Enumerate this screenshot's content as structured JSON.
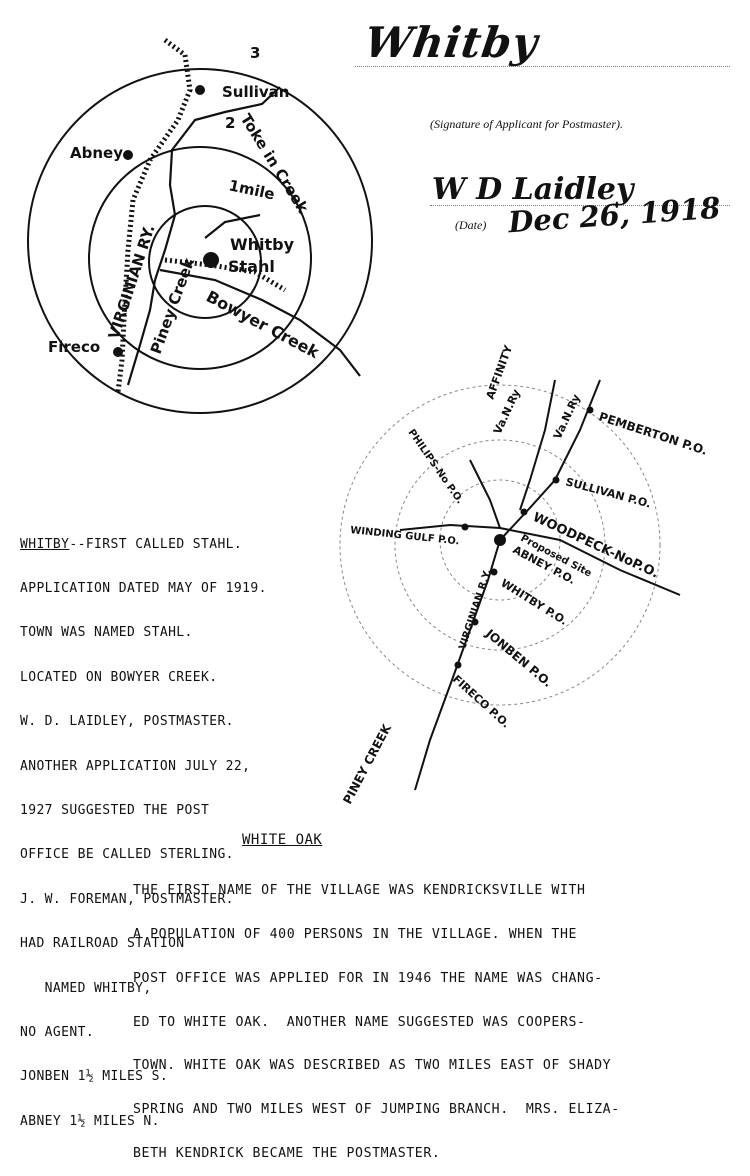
{
  "header": {
    "town_signature": "Whitby",
    "signature_caption": "(Signature of Applicant for Postmaster).",
    "postmaster_signature": "W D Laidley",
    "date_caption": "(Date)",
    "date_value": "Dec 26, 1918"
  },
  "map1": {
    "ring_labels": [
      "3",
      "2",
      "1mile"
    ],
    "places": [
      "Sullivan",
      "Abney",
      "Whitby",
      "Stahl",
      "Fireco"
    ],
    "streams": [
      "Toke in Creek",
      "Piney Creek",
      "Bowyer Creek"
    ],
    "railroad": "VIRGINIAN RY."
  },
  "map2": {
    "places": [
      "AFFINITY",
      "PEMBERTON P.O.",
      "SULLIVAN P.O.",
      "WOODPECK-NoP.O.",
      "Proposed Site",
      "ABNEY P.O.",
      "WHITBY P.O.",
      "JONBEN P.O.",
      "FIRECO P.O.",
      "WINDING GULF P.O.",
      "PHILIPS-No P.O.",
      "PINEY CREEK"
    ],
    "railroads": [
      "Va.N.Ry",
      "Va.N.Ry",
      "VIRGINIAN R.Y."
    ]
  },
  "notes": {
    "title": "WHITBY",
    "title_rest": "--FIRST CALLED STAHL.",
    "lines": [
      "APPLICATION DATED MAY OF 1919.",
      "TOWN WAS NAMED STAHL.",
      "LOCATED ON BOWYER CREEK.",
      "W. D. LAIDLEY, POSTMASTER.",
      "ANOTHER APPLICATION JULY 22,",
      "1927 SUGGESTED THE POST",
      "OFFICE BE CALLED STERLING.",
      "J. W. FOREMAN, POSTMASTER.",
      "HAD RAILROAD STATION",
      "   NAMED WHITBY,",
      "NO AGENT.",
      "JONBEN 1½ MILES S.",
      "ABNEY 1½ MILES N."
    ]
  },
  "white_oak": {
    "title": "WHITE OAK",
    "lines": [
      "THE FIRST NAME OF THE VILLAGE WAS KENDRICKSVILLE WITH",
      "A POPULATION OF 400 PERSONS IN THE VILLAGE. WHEN THE",
      "POST OFFICE WAS APPLIED FOR IN 1946 THE NAME WAS CHANG-",
      "ED TO WHITE OAK.  ANOTHER NAME SUGGESTED WAS COOPERS-",
      "TOWN. WHITE OAK WAS DESCRIBED AS TWO MILES EAST OF SHADY",
      "SPRING AND TWO MILES WEST OF JUMPING BRANCH.  MRS. ELIZA-",
      "BETH KENDRICK BECAME THE POSTMASTER."
    ]
  }
}
